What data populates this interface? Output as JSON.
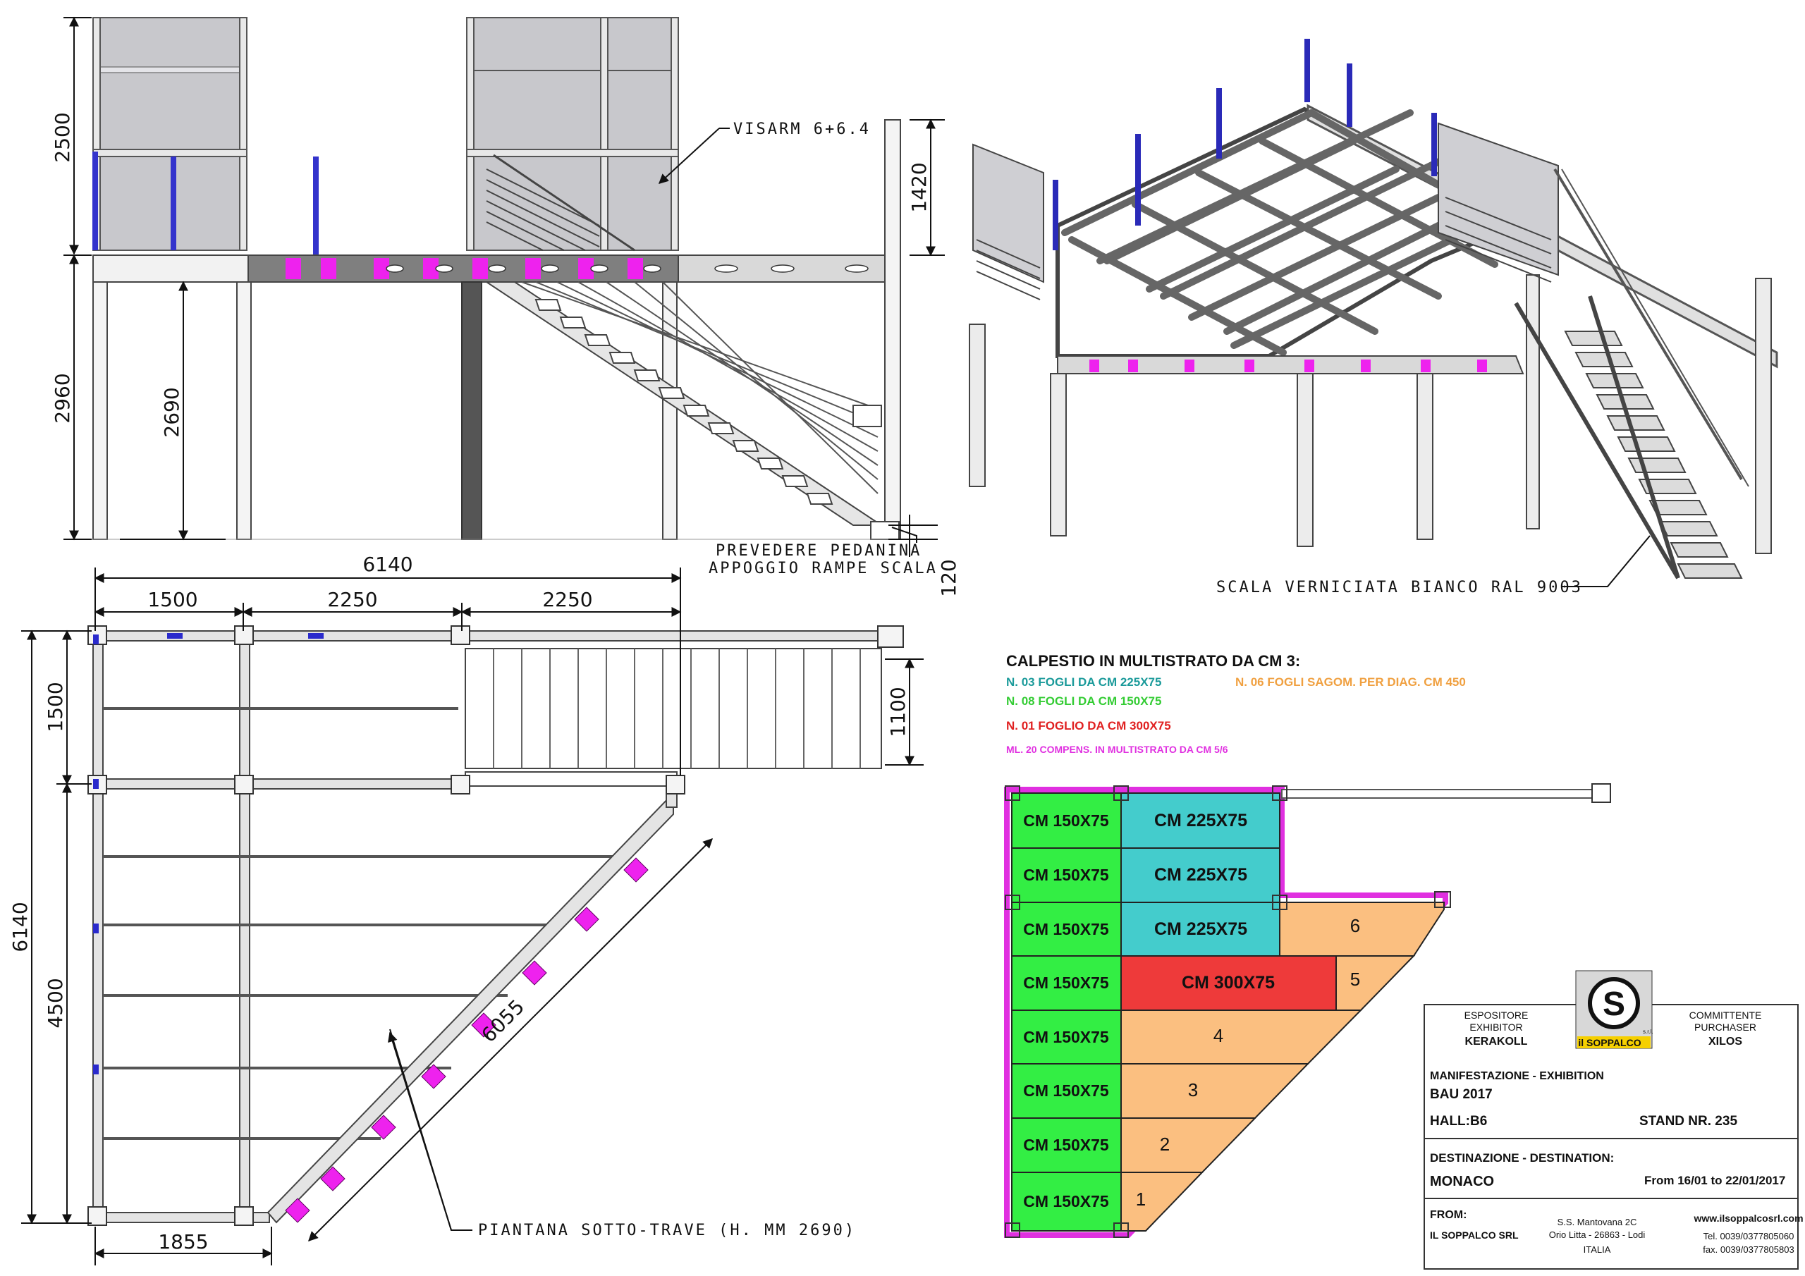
{
  "dims": {
    "h2500": "2500",
    "h2960": "2960",
    "h2690": "2690",
    "h1420": "1420",
    "h120": "120",
    "w6140": "6140",
    "w1500": "1500",
    "w2250a": "2250",
    "w2250b": "2250",
    "v1500": "1500",
    "v6140": "6140",
    "v4500": "4500",
    "v1100": "1100",
    "w1855": "1855",
    "d6055": "6055"
  },
  "notes": {
    "visarm": "VISARM 6+6.4",
    "pedanina_1": "PREVEDERE PEDANINA",
    "pedanina_2": "APPOGGIO RAMPE SCALA",
    "scala": "SCALA VERNICIATA BIANCO RAL 9003",
    "piantana": "PIANTANA SOTTO-TRAVE (H. MM 2690)"
  },
  "legend": {
    "title": "CALPESTIO IN MULTISTRATO DA CM 3:",
    "l1": "N. 03 FOGLI DA CM 225X75",
    "l2": "N. 06 FOGLI SAGOM. PER DIAG. CM 450",
    "l3": "N. 08 FOGLI DA CM 150X75",
    "l4": "N. 01 FOGLIO DA CM 300X75",
    "l5": "ML. 20 COMPENS. IN MULTISTRATO DA CM 5/6",
    "colors": {
      "teal": "#1a9a9a",
      "orange": "#f0a040",
      "green": "#33cc33",
      "red": "#e02020",
      "magenta": "#e030e0"
    }
  },
  "panels": {
    "green": [
      "CM 150X75",
      "CM 150X75",
      "CM 150X75",
      "CM 150X75",
      "CM 150X75",
      "CM 150X75",
      "CM 150X75",
      "CM 150X75"
    ],
    "teal": [
      "CM 225X75",
      "CM 225X75",
      "CM 225X75"
    ],
    "red": "CM 300X75",
    "orange": [
      "6",
      "5",
      "4",
      "3",
      "2",
      "1"
    ]
  },
  "titleblock": {
    "exh_label_1": "ESPOSITORE",
    "exh_label_2": "EXHIBITOR",
    "exh_value": "KERAKOLL",
    "pur_label_1": "COMMITTENTE",
    "pur_label_2": "PURCHASER",
    "pur_value": "XILOS",
    "logo_text": "il SOPPALCO",
    "logo_sub": "s.r.l.",
    "manif_label": "MANIFESTAZIONE - EXHIBITION",
    "manif_value": "BAU 2017",
    "hall": "HALL:B6",
    "stand": "STAND NR. 235",
    "dest_label": "DESTINAZIONE - DESTINATION:",
    "dest_value": "MONACO",
    "dates": "From 16/01 to 22/01/2017",
    "from_label": "FROM:",
    "from_value": "IL SOPPALCO SRL",
    "addr_1": "S.S. Mantovana 2C",
    "addr_2": "Orio Litta - 26863 - Lodi",
    "addr_3": "ITALIA",
    "web": "www.ilsoppalcosrl.com",
    "tel": "Tel. 0039/0377805060",
    "fax": "fax. 0039/0377805803"
  }
}
